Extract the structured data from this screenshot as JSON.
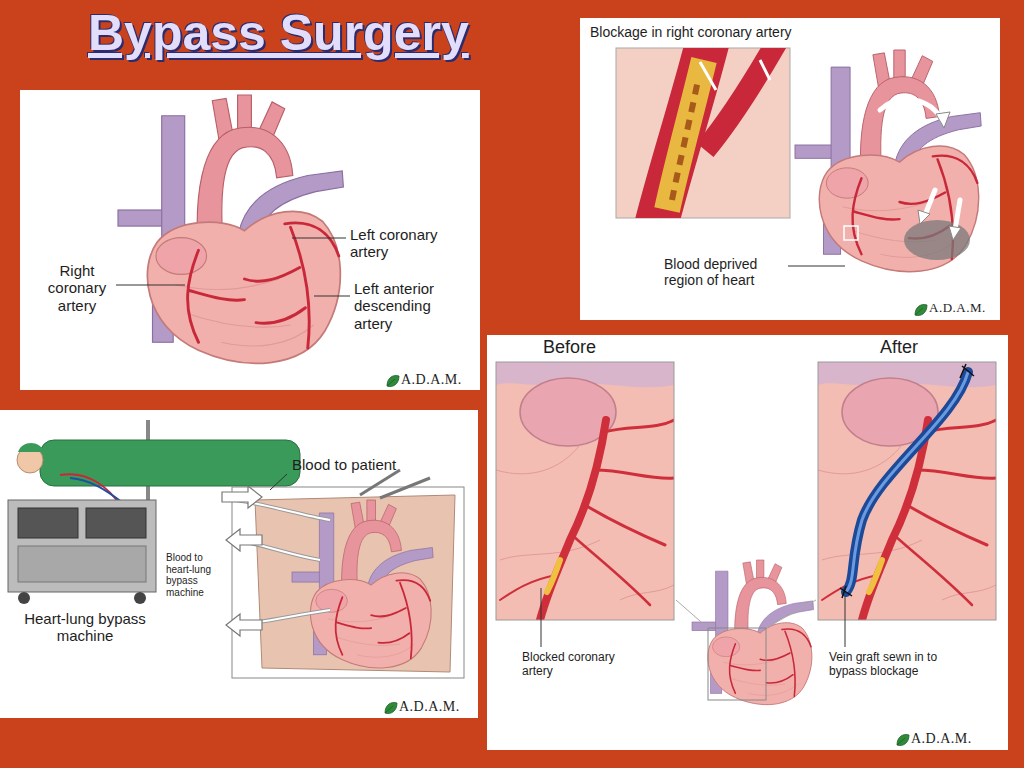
{
  "diagram": {
    "title": "Bypass Surgery",
    "labels": [
      "Right coronary artery",
      "Left coronary artery",
      "Left anterior descending artery",
      "A.D.A.M.",
      "Blockage in right coronary artery",
      "Blood deprived region of heart",
      "A.D.A.M.",
      "Blood to patient",
      "Blood to heart-lung bypass machine",
      "Heart-lung bypass machine",
      "A.D.A.M.",
      "Before",
      "After",
      "Blocked coronary artery",
      "Vein graft sewn in to bypass blockage",
      "A.D.A.M."
    ]
  }
}
